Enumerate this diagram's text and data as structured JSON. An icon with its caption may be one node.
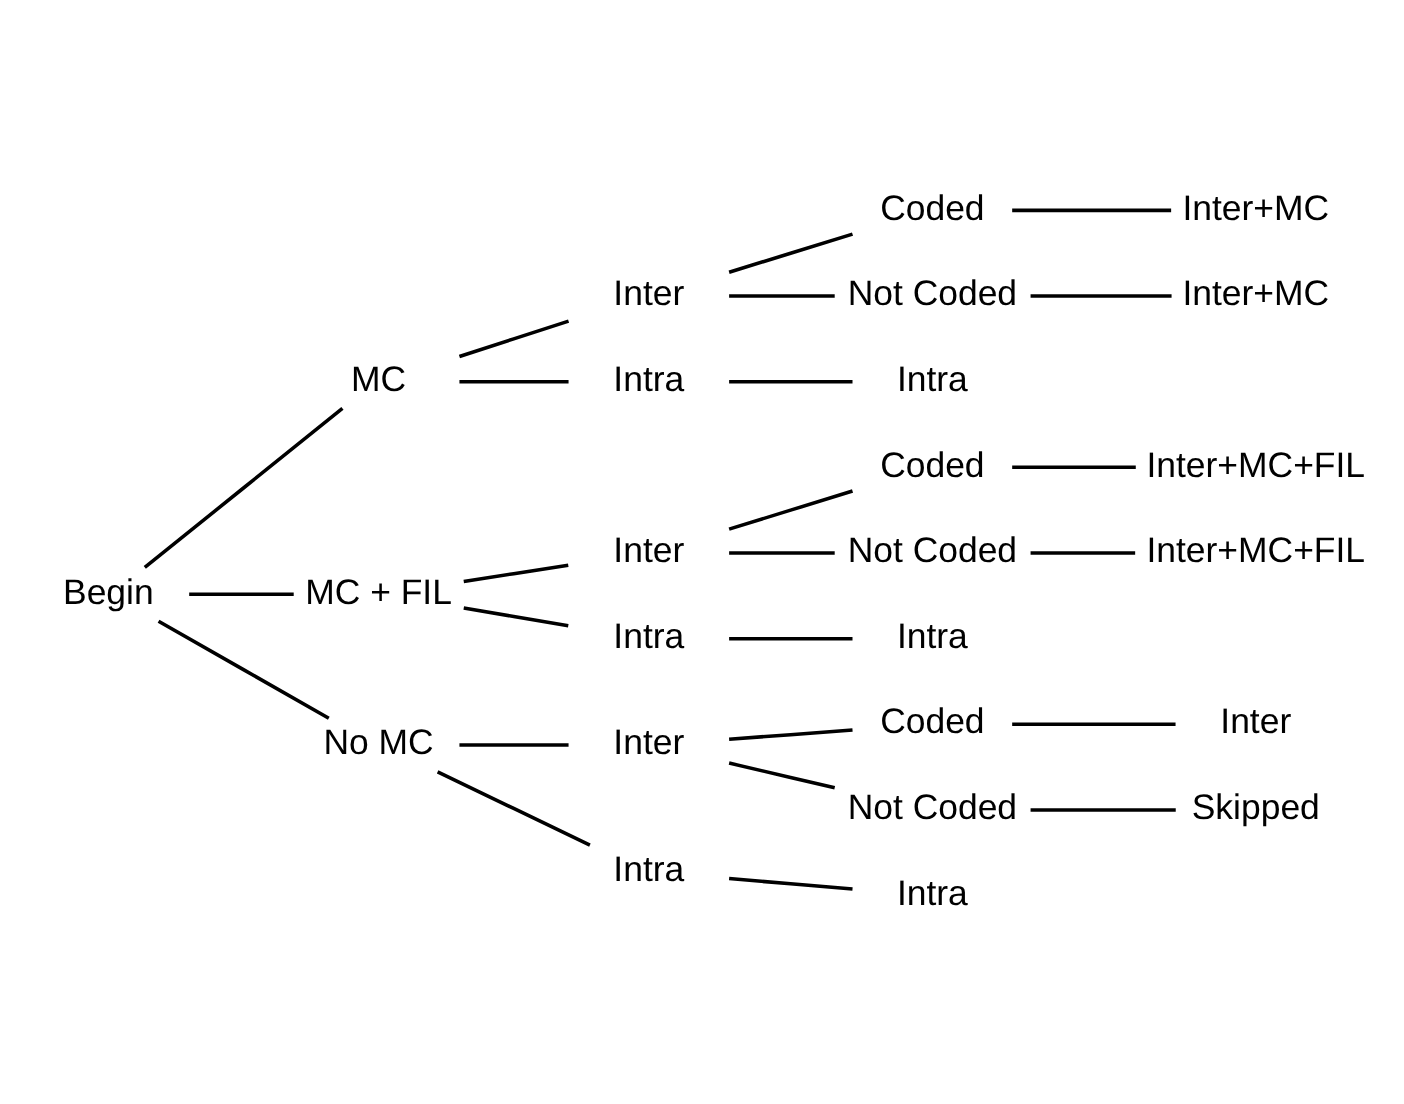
{
  "diagram": {
    "nodes": [
      {
        "text": [
          "Begin"
        ]
      },
      {
        "text": [
          "MC"
        ]
      },
      {
        "text": [
          "Inter"
        ]
      },
      {
        "text": [
          "Coded"
        ]
      },
      {
        "text": [
          "Inter+MC"
        ]
      },
      {
        "text": [
          "Not Coded"
        ]
      },
      {
        "text": [
          "Inter+MC"
        ]
      },
      {
        "text": [
          "Intra"
        ]
      },
      {
        "text": [
          "Intra"
        ]
      },
      {
        "text": [
          "MC + FIL"
        ]
      },
      {
        "text": [
          "Inter"
        ]
      },
      {
        "text": [
          "Coded"
        ]
      },
      {
        "text": [
          "Inter+MC+FIL"
        ]
      },
      {
        "text": [
          "Not Coded"
        ]
      },
      {
        "text": [
          "Inter+MC+FIL"
        ]
      },
      {
        "text": [
          "Intra"
        ]
      },
      {
        "text": [
          "Intra"
        ]
      },
      {
        "text": [
          "No MC"
        ]
      },
      {
        "text": [
          "Inter"
        ]
      },
      {
        "text": [
          "Coded"
        ]
      },
      {
        "text": [
          "Inter"
        ]
      },
      {
        "text": [
          "Not Coded"
        ]
      },
      {
        "text": [
          "Skipped"
        ]
      },
      {
        "text": [
          "Intra"
        ]
      },
      {
        "text": [
          "Intra"
        ]
      }
    ],
    "edges": [
      {
        "from": 0,
        "to": 1,
        "arrow": "none"
      },
      {
        "from": 1,
        "to": 2,
        "arrow": "none"
      },
      {
        "from": 2,
        "to": 3,
        "arrow": "none"
      },
      {
        "from": 3,
        "to": 4,
        "arrow": "none"
      },
      {
        "from": 2,
        "to": 5,
        "arrow": "none"
      },
      {
        "from": 5,
        "to": 6,
        "arrow": "none"
      },
      {
        "from": 1,
        "to": 7,
        "arrow": "none"
      },
      {
        "from": 7,
        "to": 8,
        "arrow": "none"
      },
      {
        "from": 0,
        "to": 9,
        "arrow": "none"
      },
      {
        "from": 9,
        "to": 10,
        "arrow": "none"
      },
      {
        "from": 10,
        "to": 11,
        "arrow": "none"
      },
      {
        "from": 11,
        "to": 12,
        "arrow": "none"
      },
      {
        "from": 10,
        "to": 13,
        "arrow": "none"
      },
      {
        "from": 13,
        "to": 14,
        "arrow": "none"
      },
      {
        "from": 9,
        "to": 15,
        "arrow": "none"
      },
      {
        "from": 15,
        "to": 16,
        "arrow": "none"
      },
      {
        "from": 0,
        "to": 17,
        "arrow": "none"
      },
      {
        "from": 17,
        "to": 18,
        "arrow": "none"
      },
      {
        "from": 18,
        "to": 19,
        "arrow": "none"
      },
      {
        "from": 19,
        "to": 20,
        "arrow": "none"
      },
      {
        "from": 18,
        "to": 21,
        "arrow": "none"
      },
      {
        "from": 21,
        "to": 22,
        "arrow": "none"
      },
      {
        "from": 17,
        "to": 23,
        "arrow": "none"
      },
      {
        "from": 23,
        "to": 24,
        "arrow": "none"
      }
    ]
  }
}
